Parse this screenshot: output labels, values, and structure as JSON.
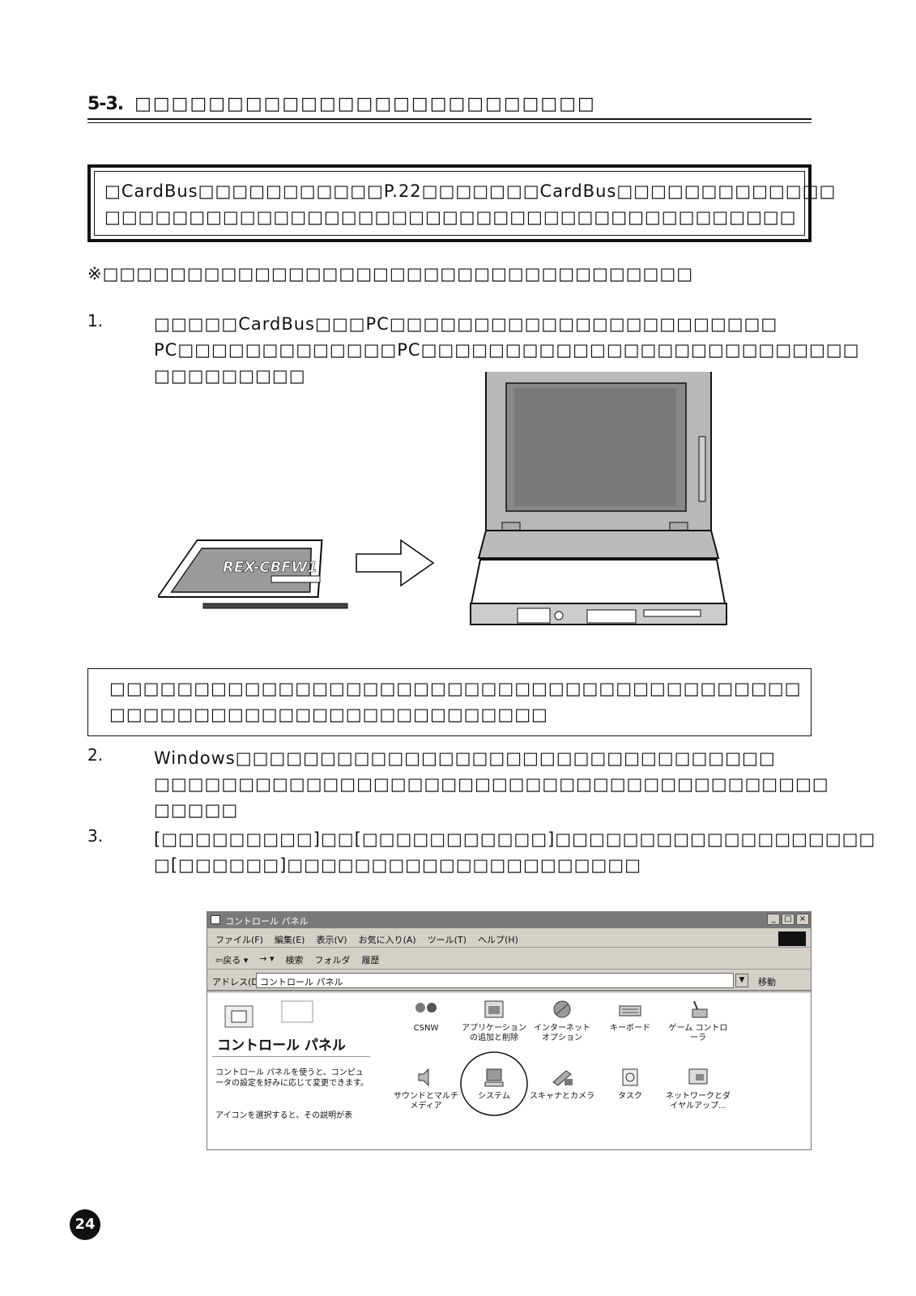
{
  "section": {
    "number": "5-3.",
    "title": "□□□□□□□□□□□□□□□□□□□□□□□□□"
  },
  "warning": {
    "line1": "□CardBus□□□□□□□□□□□P.22□□□□□□□CardBus□□□□□□□□□□□□□",
    "line2": "□□□□□□□□□□□□□□□□□□□□□□□□□□□□□□□□□□□□□□□□□"
  },
  "note": "※□□□□□□□□□□□□□□□□□□□□□□□□□□□□□□□□□□□",
  "steps": [
    {
      "num": "1.",
      "lines": [
        "□□□□□CardBus□□□PC□□□□□□□□□□□□□□□□□□□□□□□",
        "PC□□□□□□□□□□□□□PC□□□□□□□□□□□□□□□□□□□□□□□□□□",
        "□□□□□□□□□"
      ]
    },
    {
      "num": "2.",
      "lines": [
        "Windows□□□□□□□□□□□□□□□□□□□□□□□□□□□□□□□□",
        "□□□□□□□□□□□□□□□□□□□□□□□□□□□□□□□□□□□□□□□□",
        "□□□□□"
      ]
    },
    {
      "num": "3.",
      "lines": [
        "[□□□□□□□□□]□□[□□□□□□□□□□□]□□□□□□□□□□□□□□□□□□□",
        "□[□□□□□□]□□□□□□□□□□□□□□□□□□□□□"
      ]
    }
  ],
  "card_label": "REX-CBFW1",
  "info": {
    "line1": "□□□□□□□□□□□□□□□□□□□□□□□□□□□□□□□□□□□□□□□□□",
    "line2": "□□□□□□□□□□□□□□□□□□□□□□□□□□"
  },
  "window": {
    "title": "コントロール パネル",
    "menus": [
      "ファイル(F)",
      "編集(E)",
      "表示(V)",
      "お気に入り(A)",
      "ツール(T)",
      "ヘルプ(H)"
    ],
    "toolbar": [
      "⇦戻る ▾",
      "→ ▾",
      "検索",
      "フォルダ",
      "履歴"
    ],
    "address_label": "アドレス(D)",
    "address_value": "コントロール パネル",
    "go_label": "移動",
    "panel_title": "コントロール パネル",
    "panel_desc": "コントロール パネルを使うと、コンピュータの設定を好みに応じて変更できます。",
    "panel_hint": "アイコンを選択すると、その説明が表",
    "icons_row1": [
      "CSNW",
      "アプリケーションの追加と削除",
      "インターネット オプション",
      "キーボード",
      "ゲーム コントローラ"
    ],
    "icons_row2": [
      "サウンドとマルチメディア",
      "システム",
      "スキャナとカメラ",
      "タスク",
      "ネットワークとダイヤルアップ..."
    ]
  },
  "page_number": "24"
}
